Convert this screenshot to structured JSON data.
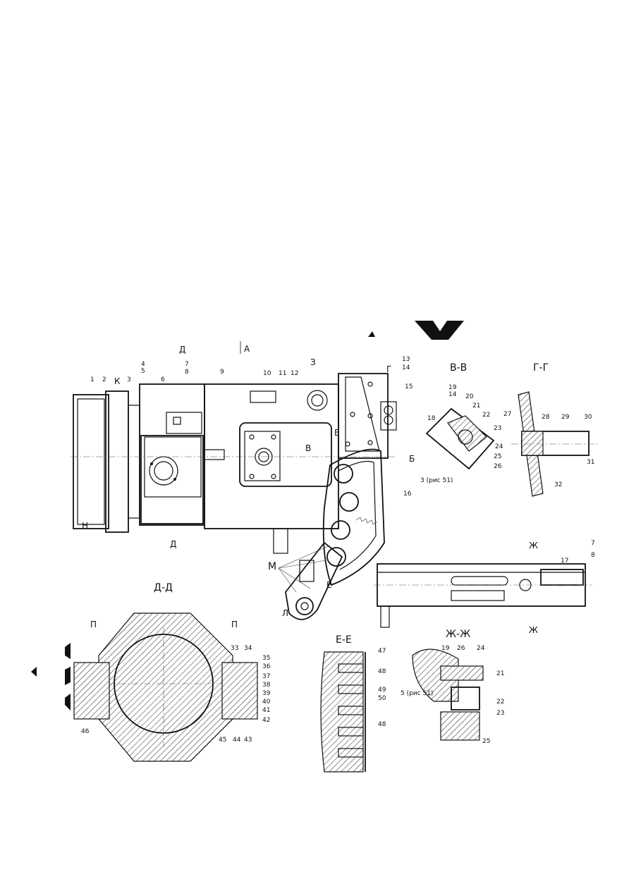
{
  "views": {
    "main": {
      "view_a": "А",
      "view_b": "Б",
      "cut_d": "Д",
      "cut_d2": "Д",
      "cut_z": "З",
      "cut_v": "В",
      "cut_g": "Г",
      "cut_e": "Е",
      "cut_e2": "Е",
      "cut_zh": "Ж",
      "cut_zh2": "Ж",
      "k": "К",
      "n": "Н",
      "m": "М",
      "l": "Л"
    },
    "bv": {
      "title": "В-В"
    },
    "gg": {
      "title": "Г-Г"
    },
    "dd": {
      "title": "Д-Д",
      "p1": "П",
      "p2": "П"
    },
    "ee": {
      "title": "Е-Е"
    },
    "zhzh": {
      "title": "Ж-Ж"
    }
  },
  "callouts": {
    "c1": "1",
    "c2": "2",
    "c3": "3",
    "c4": "4",
    "c5": "5",
    "c6": "6",
    "c7": "7",
    "c8": "8",
    "c9": "9",
    "c10": "10",
    "c11": "11",
    "c12": "12",
    "c13": "13",
    "c14": "14",
    "c15": "15",
    "c16": "16",
    "c17": "17",
    "c7b": "7",
    "c8b": "8",
    "c18": "18",
    "c19": "19",
    "c19b": "14",
    "c20": "20",
    "c21": "21",
    "c22": "22",
    "c23": "23",
    "c24": "24",
    "c25": "25",
    "c26": "26",
    "ref_bv": "3 (рис 51)",
    "c27": "27",
    "c28": "28",
    "c29": "29",
    "c30": "30",
    "c31": "31",
    "c32": "32",
    "c33": "33",
    "c34": "34",
    "c35": "35",
    "c36": "36",
    "c37": "37",
    "c38": "38",
    "c39": "39",
    "c40": "40",
    "c41": "41",
    "c42": "42",
    "c43": "43",
    "c44": "44",
    "c45": "45",
    "c46": "46",
    "c47": "47",
    "c48": "48",
    "c49": "49",
    "c50": "50",
    "c48b": "48",
    "z19": "19",
    "z26": "26",
    "z24": "24",
    "z21": "21",
    "z22": "22",
    "z23": "23",
    "z25": "25",
    "ref_zh": "5 (рис 51)"
  },
  "icons": {
    "cut_arrow": "section-arrow-icon",
    "corner_mark": "chevron-mark-icon",
    "left_arrow": "triangle-left-icon"
  }
}
